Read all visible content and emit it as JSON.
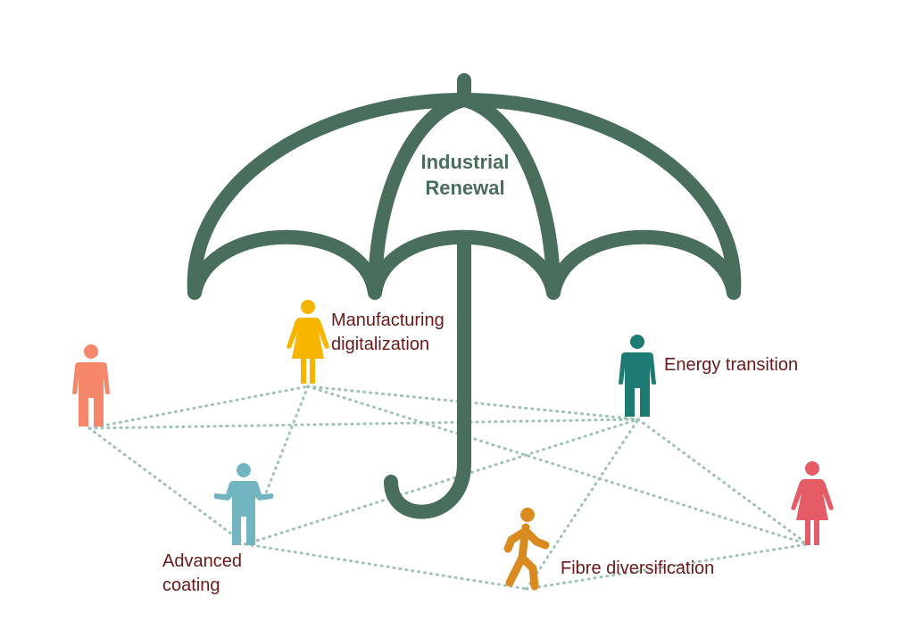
{
  "umbrella": {
    "title_line1": "Industrial",
    "title_line2": "Renewal",
    "color": "#4a6e5c"
  },
  "labels": {
    "manufacturing_line1": "Manufacturing",
    "manufacturing_line2": "digitalization",
    "energy": "Energy transition",
    "coating_line1": "Advanced",
    "coating_line2": "coating",
    "fibre": "Fibre diversification"
  },
  "colors": {
    "label_text": "#6b1818",
    "network_line": "#9dc2b4",
    "person_salmon": "#f5876a",
    "person_yellow": "#f7b500",
    "person_teal": "#1e7b74",
    "person_lightblue": "#72b5c1",
    "person_orange": "#d98b1f",
    "person_pink": "#e45c66"
  },
  "icons": [
    "umbrella-icon",
    "person-icon",
    "woman-icon",
    "walking-person-icon",
    "shrug-person-icon"
  ]
}
